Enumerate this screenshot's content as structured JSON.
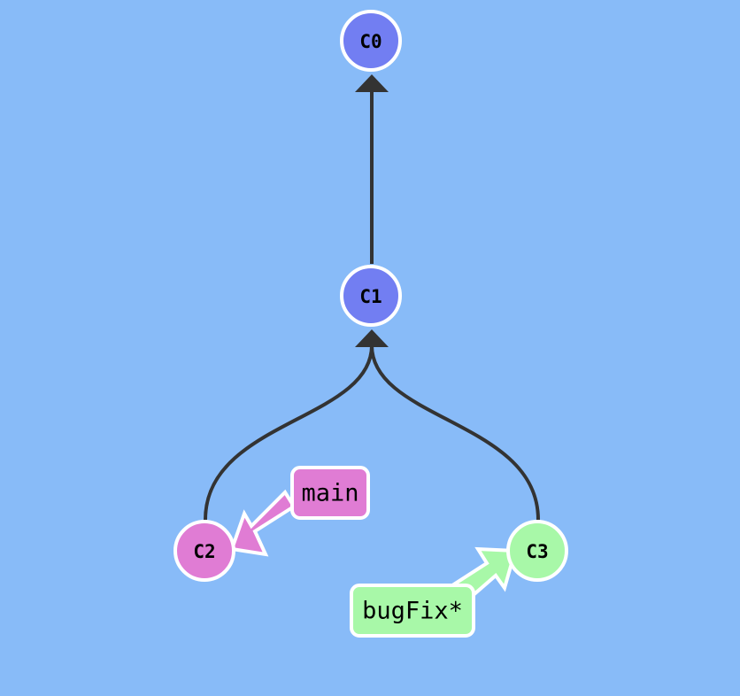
{
  "colors": {
    "background": "#88bbf8",
    "edge": "#333333",
    "outline": "#ffffff",
    "main_branch": "#e07cd4",
    "bugfix_branch": "#a8f8a8",
    "base_commit": "#727ef2"
  },
  "commits": {
    "c0": {
      "label": "C0",
      "branch": "base"
    },
    "c1": {
      "label": "C1",
      "branch": "base"
    },
    "c2": {
      "label": "C2",
      "branch": "main"
    },
    "c3": {
      "label": "C3",
      "branch": "bugFix"
    }
  },
  "edges": [
    {
      "from": "C1",
      "to": "C0"
    },
    {
      "from": "C2",
      "to": "C1"
    },
    {
      "from": "C3",
      "to": "C1"
    }
  ],
  "branches": {
    "main": {
      "label": "main",
      "target": "C2"
    },
    "bugfix": {
      "label": "bugFix*",
      "target": "C3"
    }
  }
}
